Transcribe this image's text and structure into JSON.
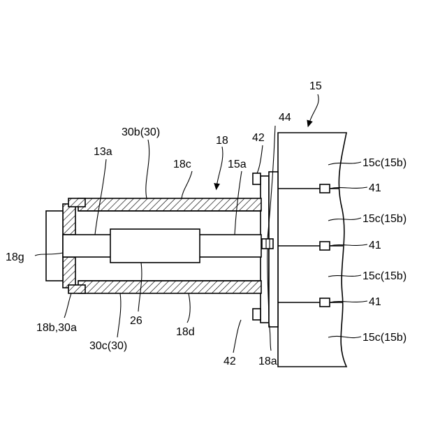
{
  "labels": {
    "l15": "15",
    "l44": "44",
    "l42_top": "42",
    "l42_bot": "42",
    "l18": "18",
    "l30b": "30b(30)",
    "l13a": "13a",
    "l18c": "18c",
    "l15a": "15a",
    "l15c_1": "15c(15b)",
    "l15c_2": "15c(15b)",
    "l15c_3": "15c(15b)",
    "l15c_4": "15c(15b)",
    "l41_1": "41",
    "l41_2": "41",
    "l41_3": "41",
    "l18g": "18g",
    "l26": "26",
    "l18b": "18b,30a",
    "l30c": "30c(30)",
    "l18d": "18d",
    "l18a": "18a"
  }
}
